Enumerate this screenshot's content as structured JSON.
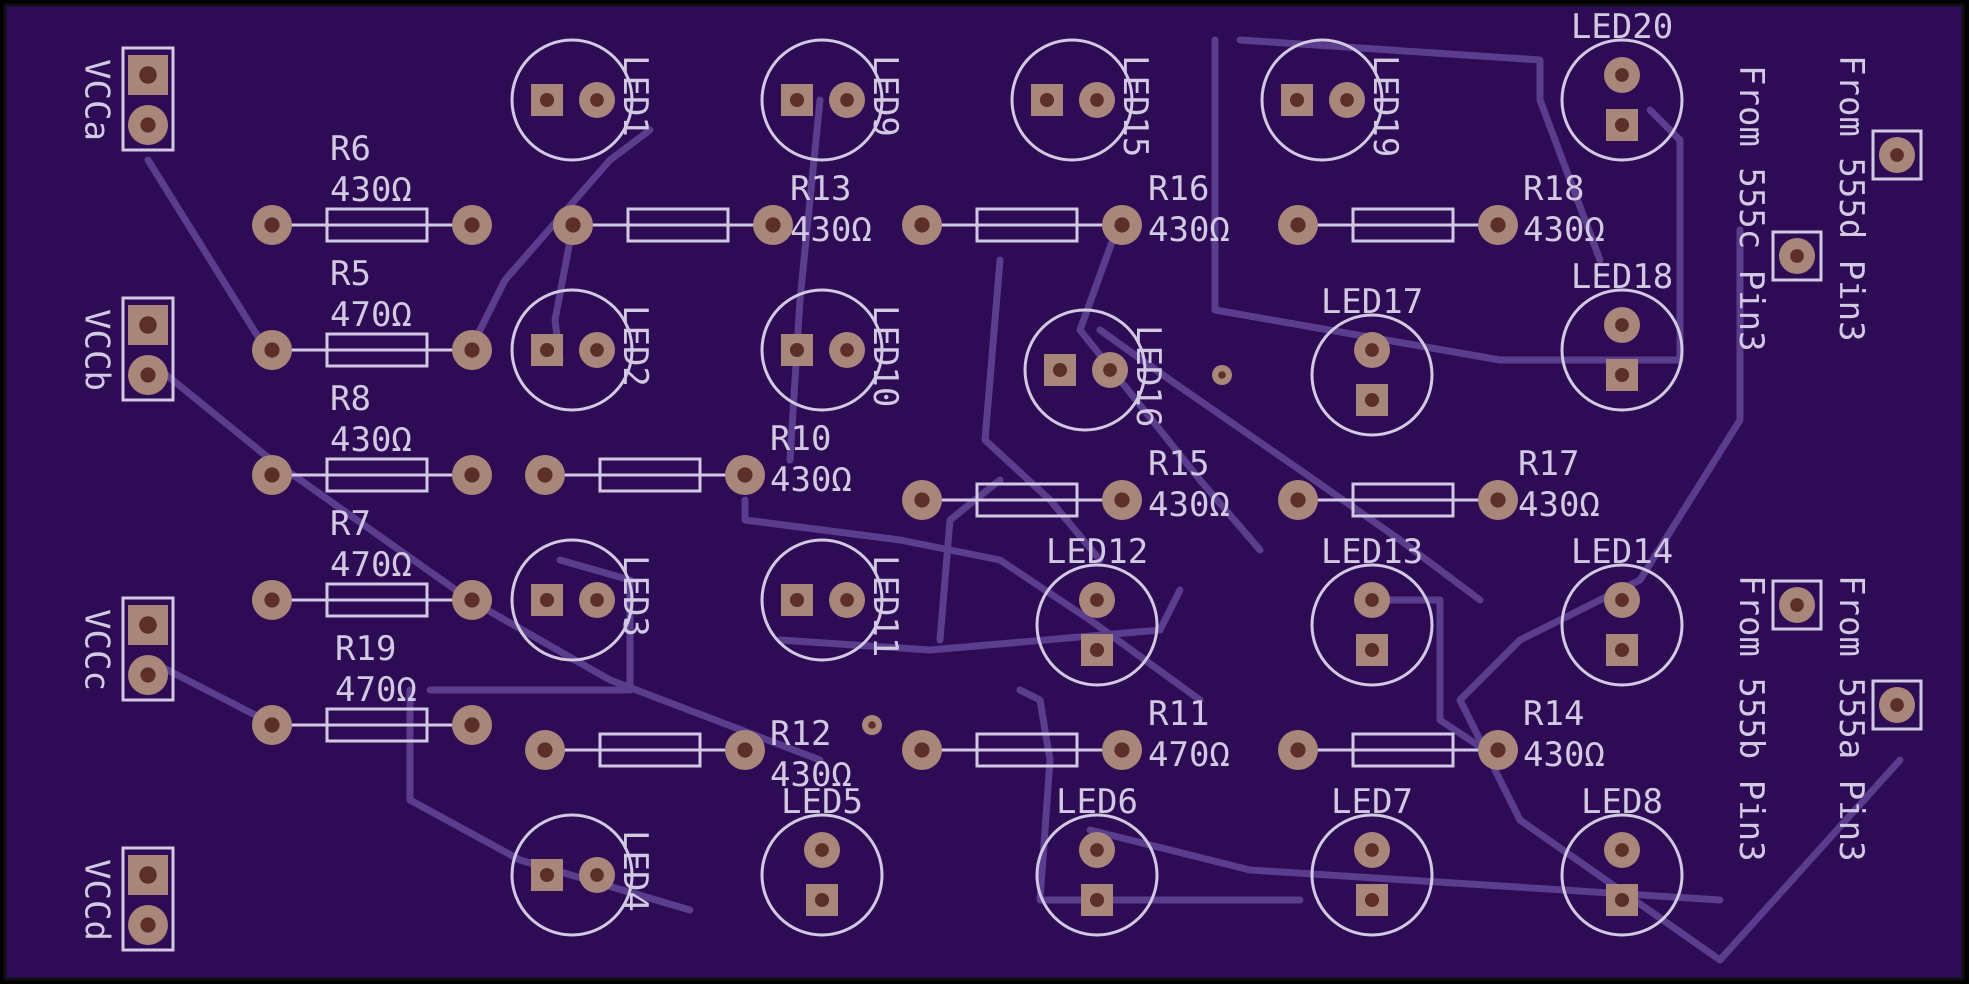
{
  "board": {
    "background": "#2d0b55",
    "trace_color": "#5a3d8c",
    "silk_color": "#d2c9e2",
    "pad_color": "#a8877a"
  },
  "headers": [
    "VCCa",
    "VCCb",
    "VCCc",
    "VCCd"
  ],
  "resistors": [
    {
      "ref": "R6",
      "value": "430Ω"
    },
    {
      "ref": "R5",
      "value": "470Ω"
    },
    {
      "ref": "R8",
      "value": "430Ω"
    },
    {
      "ref": "R7",
      "value": "470Ω"
    },
    {
      "ref": "R19",
      "value": "470Ω"
    },
    {
      "ref": "R13",
      "value": "430Ω"
    },
    {
      "ref": "R10",
      "value": "430Ω"
    },
    {
      "ref": "R12",
      "value": "430Ω"
    },
    {
      "ref": "R16",
      "value": "430Ω"
    },
    {
      "ref": "R15",
      "value": "430Ω"
    },
    {
      "ref": "R11",
      "value": "470Ω"
    },
    {
      "ref": "R18",
      "value": "430Ω"
    },
    {
      "ref": "R17",
      "value": "430Ω"
    },
    {
      "ref": "R14",
      "value": "430Ω"
    }
  ],
  "leds": [
    "LED1",
    "LED2",
    "LED3",
    "LED4",
    "LED9",
    "LED10",
    "LED11",
    "LED15",
    "LED16",
    "LED19",
    "LED5",
    "LED6",
    "LED7",
    "LED8",
    "LED12",
    "LED13",
    "LED14",
    "LED17",
    "LED18",
    "LED20"
  ],
  "inputs": [
    "From 555d Pin3",
    "From 555c Pin3",
    "From 555b Pin3",
    "From 555a Pin3"
  ]
}
